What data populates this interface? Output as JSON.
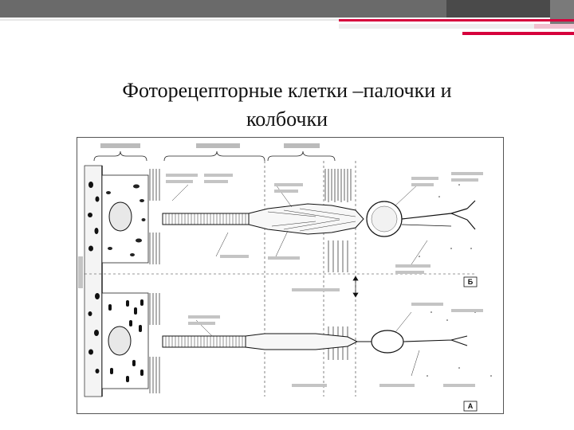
{
  "slide": {
    "title_line1": "Фоторецепторные клетки –палочки и",
    "title_line2": "колбочки"
  },
  "figure": {
    "panel_upper": "Б",
    "panel_lower": "А"
  },
  "colors": {
    "topbar_dark": "#5a5a5a",
    "accent": "#d6003c",
    "outline": "#111111"
  }
}
